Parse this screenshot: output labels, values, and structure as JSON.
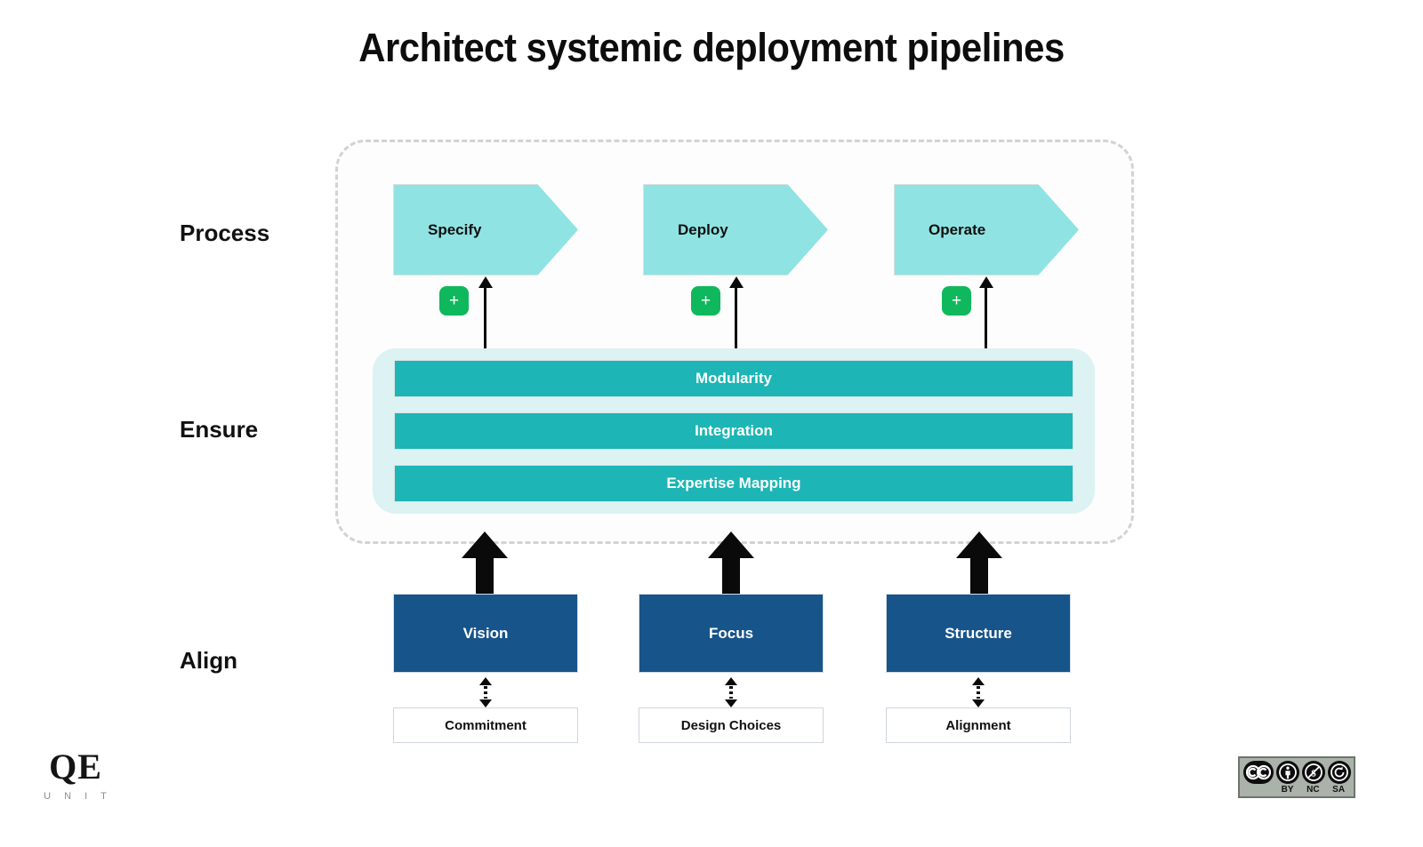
{
  "title": "Architect systemic deployment pipelines",
  "rows": {
    "process": {
      "label": "Process"
    },
    "ensure": {
      "label": "Ensure"
    },
    "align": {
      "label": "Align"
    }
  },
  "process": {
    "steps": [
      {
        "label": "Specify",
        "add_label": "+"
      },
      {
        "label": "Deploy",
        "add_label": "+"
      },
      {
        "label": "Operate",
        "add_label": "+"
      }
    ]
  },
  "ensure": {
    "bars": [
      {
        "label": "Modularity"
      },
      {
        "label": "Integration"
      },
      {
        "label": "Expertise Mapping"
      }
    ]
  },
  "align": {
    "boxes": [
      {
        "label": "Vision",
        "caption": "Commitment"
      },
      {
        "label": "Focus",
        "caption": "Design Choices"
      },
      {
        "label": "Structure",
        "caption": "Alignment"
      }
    ]
  },
  "logo": {
    "mark": "QE",
    "wordmark": "U N I T"
  },
  "license": {
    "terms": [
      "BY",
      "NC",
      "SA"
    ]
  },
  "colors": {
    "chevron": "#8fe3e3",
    "bar": "#1db5b5",
    "bar_container": "#ddf2f2",
    "align_box": "#17548a",
    "plus_button": "#0fb85c",
    "dashed_border": "#d3d3d3",
    "text_dark": "#111111",
    "text_light": "#ffffff"
  }
}
